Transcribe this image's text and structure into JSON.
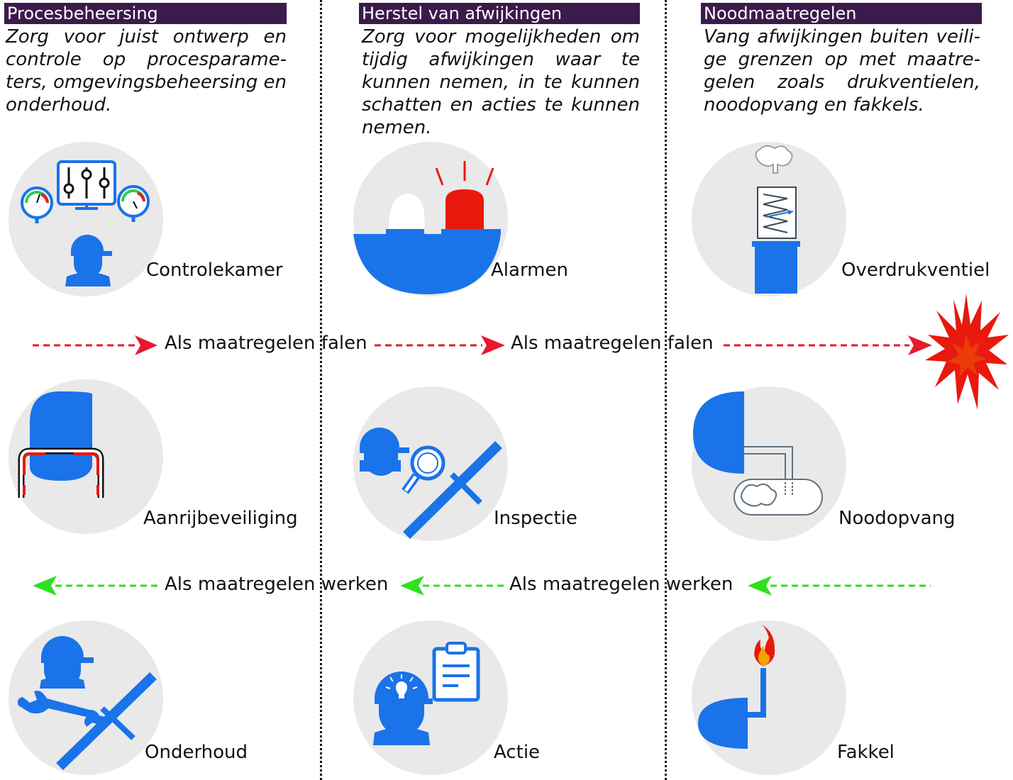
{
  "columns": [
    {
      "header": "Procesbeheersing",
      "description": "Zorg voor juist ontwerp en controle op procesparame-ters, omgevingsbeheersing en onderhoud."
    },
    {
      "header": "Herstel van afwijkingen",
      "description": "Zorg voor mogelijkheden om tijdig afwijkingen waar te kunnen nemen, in te kunnen schatten en acties te kunnen nemen."
    },
    {
      "header": "Noodmaatregelen",
      "description": "Vang afwijkingen buiten veili-ge grenzen op met maatre-gelen zoals drukventielen, noodopvang en fakkels."
    }
  ],
  "rows": {
    "measures": [
      "Controlekamer",
      "Alarmen",
      "Overdrukventiel"
    ],
    "failure_effects": [
      "Aanrijbeveiliging",
      "Inspectie",
      "Noodopvang"
    ],
    "responses": [
      "Onderhoud",
      "Actie",
      "Fakkel"
    ]
  },
  "flows": {
    "fail_label_1": "Als maatregelen falen",
    "fail_label_2": "Als maatregelen falen",
    "work_label_1": "Als maatregelen werken",
    "work_label_2": "Als maatregelen werken"
  },
  "colors": {
    "header_bg": "#3b1a4c",
    "icon_blue": "#1a73e8",
    "circle_grey": "#e9e9ea",
    "fail_arrow": "#e8192c",
    "work_arrow": "#2fe01f",
    "alarm_red": "#e8190d"
  },
  "icons": {
    "controlekamer": "control-room-icon",
    "alarmen": "alarm-beacon-icon",
    "overdrukventiel": "pressure-relief-valve-icon",
    "explosion": "explosion-icon",
    "aanrijbeveiliging": "collision-barrier-icon",
    "inspectie": "inspection-icon",
    "noodopvang": "emergency-containment-icon",
    "onderhoud": "maintenance-icon",
    "actie": "action-icon",
    "fakkel": "flare-icon"
  }
}
